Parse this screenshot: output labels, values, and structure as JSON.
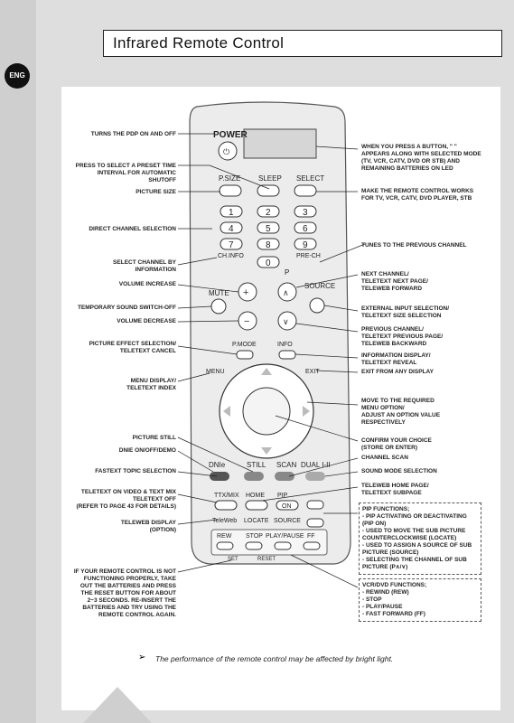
{
  "page": {
    "title": "Infrared Remote Control",
    "lang_badge": "ENG",
    "footnote": "The performance of the remote control may be affected by bright light."
  },
  "left_labels": [
    {
      "lines": [
        "TURNS THE PDP ON AND OFF"
      ]
    },
    {
      "lines": [
        "PRESS TO SELECT A PRESET TIME",
        "INTERVAL FOR AUTOMATIC",
        "SHUTOFF"
      ]
    },
    {
      "lines": [
        "PICTURE SIZE"
      ]
    },
    {
      "lines": [
        "DIRECT CHANNEL SELECTION"
      ]
    },
    {
      "lines": [
        "SELECT CHANNEL BY",
        "INFORMATION"
      ]
    },
    {
      "lines": [
        "VOLUME INCREASE"
      ]
    },
    {
      "lines": [
        "TEMPORARY SOUND SWITCH-OFF"
      ]
    },
    {
      "lines": [
        "VOLUME DECREASE"
      ]
    },
    {
      "lines": [
        "PICTURE EFFECT SELECTION/",
        "TELETEXT CANCEL"
      ]
    },
    {
      "lines": [
        "MENU DISPLAY/",
        "TELETEXT INDEX"
      ]
    },
    {
      "lines": [
        "PICTURE STILL"
      ]
    },
    {
      "lines": [
        "DNIe ON/OFF/DEMO"
      ]
    },
    {
      "lines": [
        "FASTEXT TOPIC SELECTION"
      ]
    },
    {
      "lines": [
        "TELETEXT ON VIDEO & TEXT MIX",
        "TELETEXT OFF",
        "(Refer to page 43 for details)"
      ]
    },
    {
      "lines": [
        "TELEWEB DISPLAY",
        "(OPTION)"
      ]
    },
    {
      "lines": [
        "IF YOUR REMOTE CONTROL IS NOT",
        "FUNCTIONING PROPERLY, TAKE",
        "OUT THE BATTERIES AND PRESS",
        "THE RESET BUTTON FOR ABOUT",
        "2~3 SECONDS. RE-INSERT THE",
        "BATTERIES AND TRY USING THE",
        "REMOTE CONTROL AGAIN."
      ]
    }
  ],
  "right_labels": [
    {
      "lines": [
        "WHEN YOU PRESS A BUTTON, \" \"",
        "APPEARS ALONG WITH SELECTED MODE",
        "(TV, VCR, CATV, DVD OR STB) AND",
        "REMAINING BATTERIES ON LED"
      ]
    },
    {
      "lines": [
        "MAKE THE REMOTE CONTROL WORKS",
        "FOR TV, VCR, CATV, DVD PLAYER, STB"
      ]
    },
    {
      "lines": [
        "TUNES TO THE PREVIOUS CHANNEL"
      ]
    },
    {
      "lines": [
        "NEXT CHANNEL/",
        "TELETEXT NEXT PAGE/",
        "TELEWEB FORWARD"
      ]
    },
    {
      "lines": [
        "EXTERNAL INPUT SELECTION/",
        "TELETEXT SIZE SELECTION"
      ]
    },
    {
      "lines": [
        "PREVIOUS CHANNEL/",
        "TELETEXT PREVIOUS PAGE/",
        "TELEWEB BACKWARD"
      ]
    },
    {
      "lines": [
        "INFORMATION DISPLAY/",
        "TELETEXT REVEAL"
      ]
    },
    {
      "lines": [
        "EXIT FROM ANY DISPLAY"
      ]
    },
    {
      "lines": [
        "MOVE TO THE REQUIRED",
        "MENU OPTION/",
        "ADJUST AN OPTION VALUE",
        "RESPECTIVELY"
      ]
    },
    {
      "lines": [
        "CONFIRM YOUR CHOICE",
        "(STORE OR ENTER)"
      ]
    },
    {
      "lines": [
        "CHANNEL SCAN"
      ]
    },
    {
      "lines": [
        "SOUND MODE SELECTION"
      ]
    },
    {
      "lines": [
        "TELEWEB HOME PAGE/",
        "TELETEXT SUBPAGE"
      ]
    }
  ],
  "pip_box": [
    "PIP FUNCTIONS;",
    "- PIP ACTIVATING OR DEACTIVATING",
    "(PIP ON)",
    "- USED TO MOVE THE SUB PICTURE",
    "COUNTERCLOCKWISE (LOCATE)",
    "- USED TO ASSIGN A SOURCE OF SUB",
    "PICTURE (SOURCE)",
    "- SELECTING THE CHANNEL OF SUB",
    "PICTURE (P∧/∨)"
  ],
  "vcr_box": [
    "VCR/DVD FUNCTIONS;",
    "- REWIND (REW)",
    "- STOP",
    "- PLAY/PAUSE",
    "- FAST FORWARD (FF)"
  ],
  "remote": {
    "power": "POWER",
    "psize": "P.SIZE",
    "sleep": "SLEEP",
    "select": "SELECT",
    "digits": [
      "1",
      "2",
      "3",
      "4",
      "5",
      "6",
      "7",
      "8",
      "9",
      "0"
    ],
    "chinfo": "CH.INFO",
    "prech": "PRE-CH",
    "mute": "MUTE",
    "source": "SOURCE",
    "p": "P",
    "pmode": "P.MODE",
    "info": "INFO",
    "menu": "MENU",
    "exit": "EXIT",
    "dnie": "DNIe",
    "still": "STILL",
    "scan": "SCAN",
    "dual": "DUAL I-II",
    "ttxmix": "TTX/MIX",
    "home": "HOME",
    "pip": "PIP",
    "on": "ON",
    "teleweb": "TeleWeb",
    "locate": "LOCATE",
    "source2": "SOURCE",
    "rew": "REW",
    "stop": "STOP",
    "playpause": "PLAY/PAUSE",
    "ff": "FF",
    "set": "SET",
    "reset": "RESET"
  }
}
